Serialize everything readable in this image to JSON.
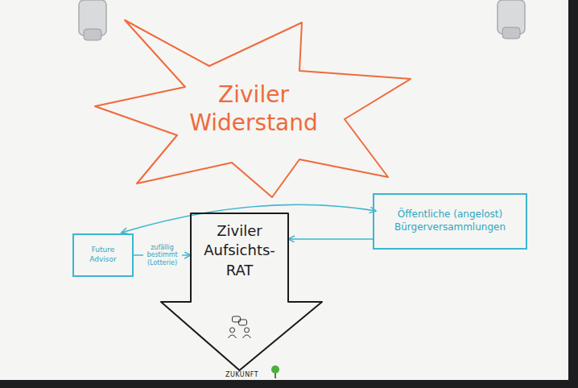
{
  "diagram": {
    "nodes": [
      {
        "text": [
          "Ziviler Widerstand"
        ]
      },
      {
        "text": [
          "Future Advisor"
        ]
      },
      {
        "text": [
          "Ziviler Aufsichts-RAT"
        ]
      },
      {
        "text": [
          "Öffentliche (angelost) Bürgerversammlungen"
        ]
      }
    ],
    "edges": [
      {
        "from": 1,
        "to": 2,
        "label": "zufällig bestimmt (Lotterie)",
        "arrow": "to"
      },
      {
        "from": 3,
        "to": 2,
        "arrow": "to"
      },
      {
        "from": 3,
        "to": 1,
        "arrow": "both"
      }
    ],
    "labels": [
      "ZUKUNFT"
    ]
  }
}
